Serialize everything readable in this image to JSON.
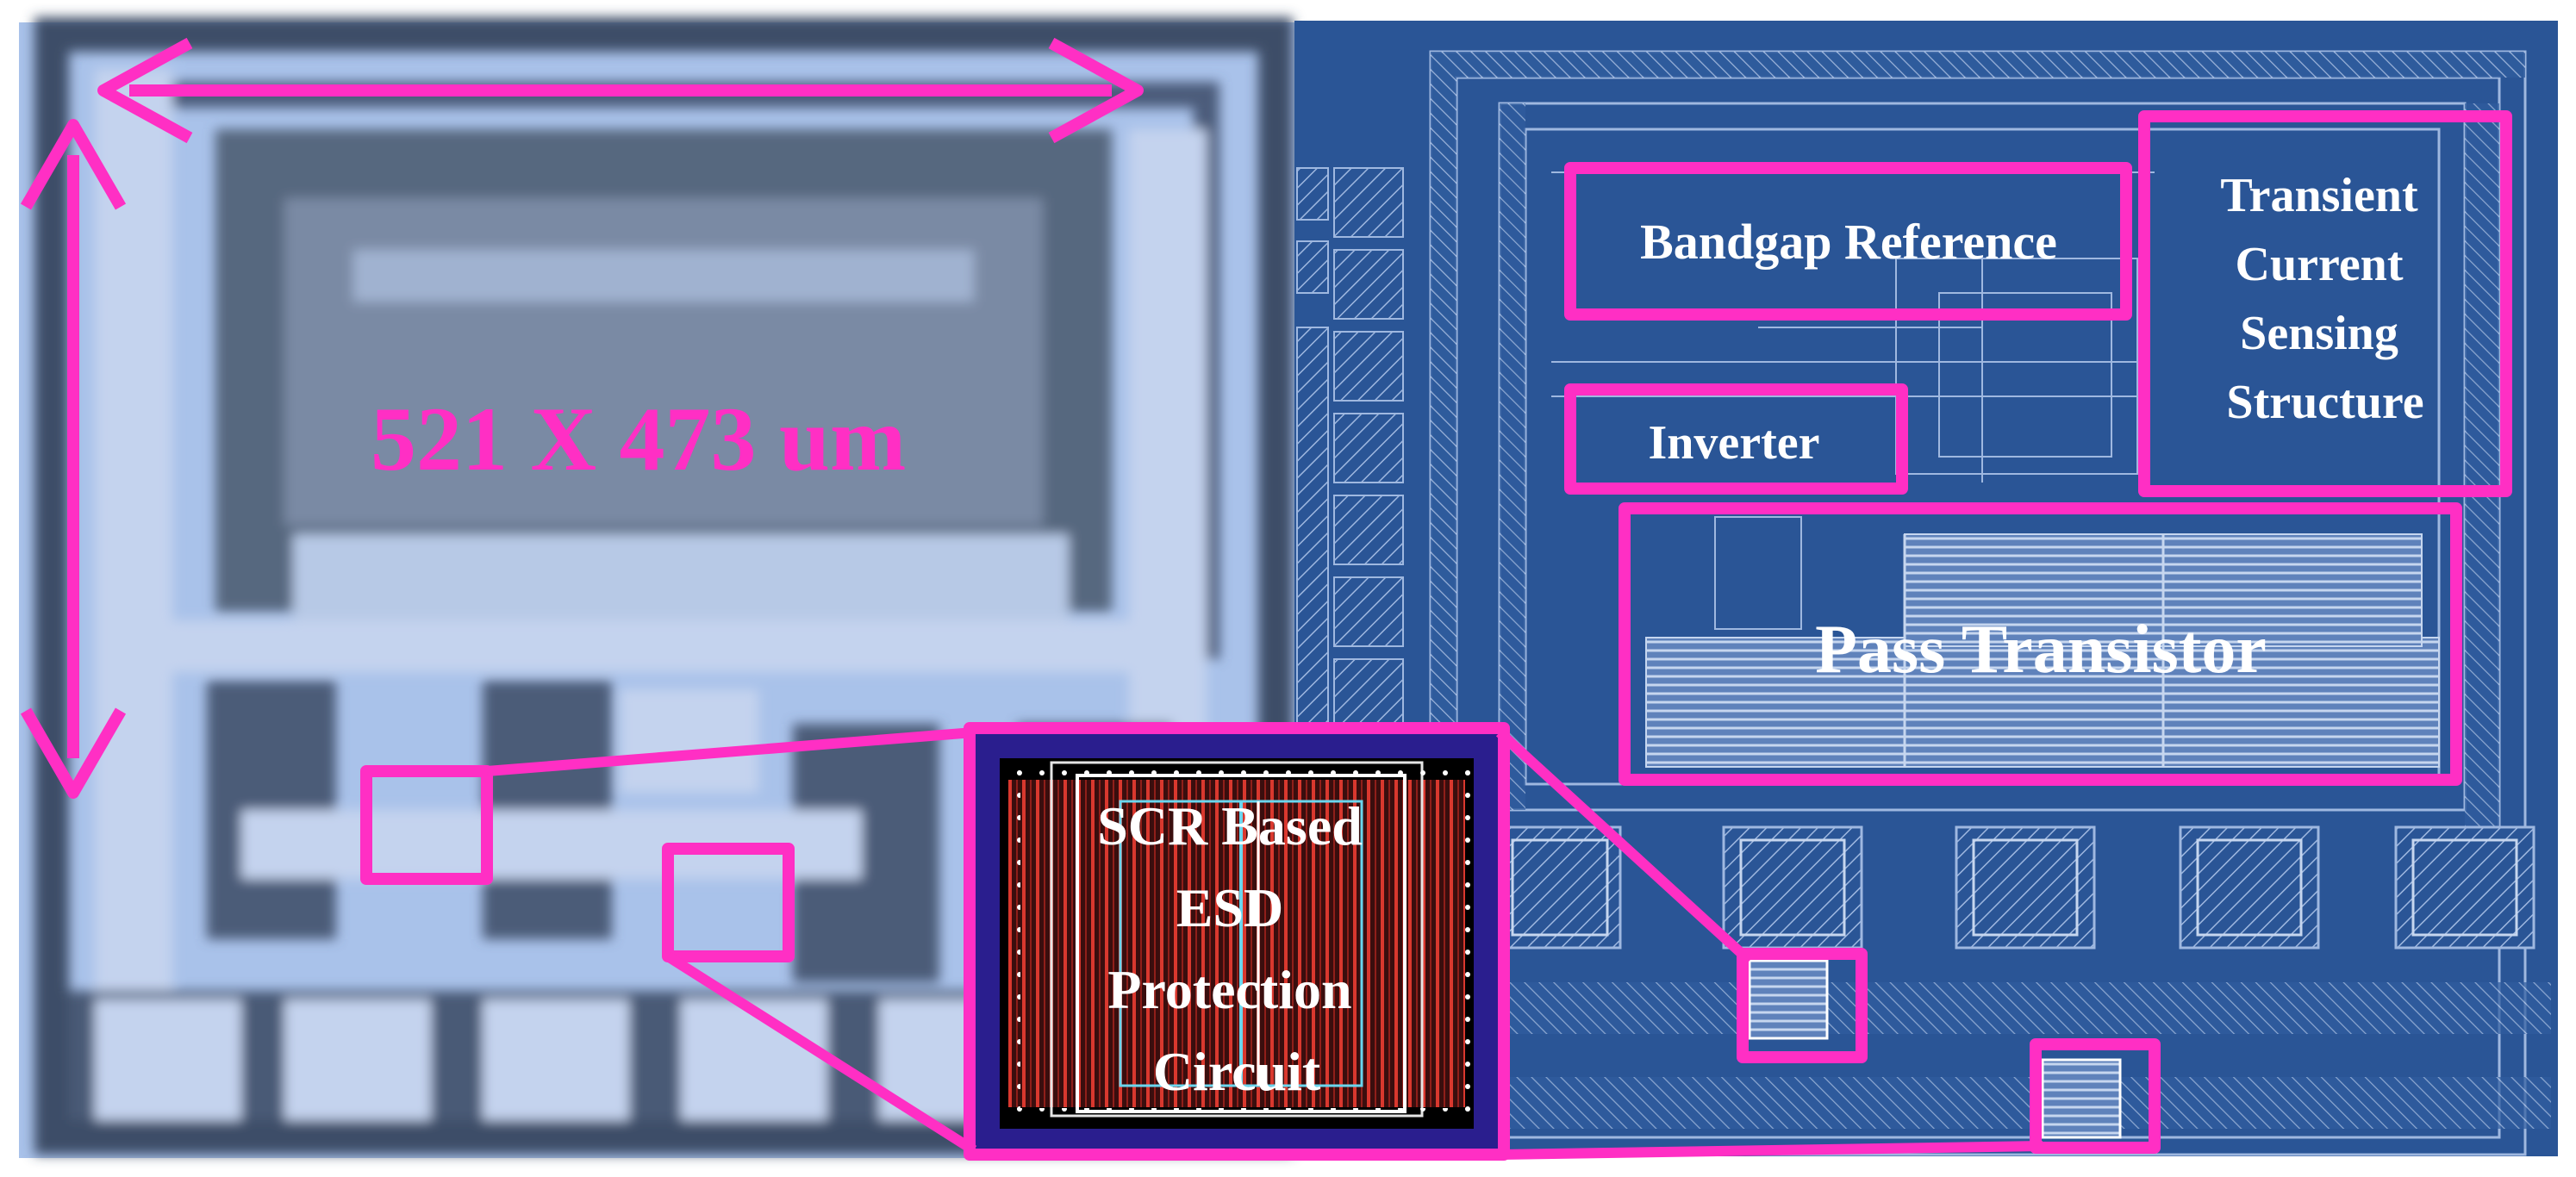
{
  "labels": {
    "dimension": "521 X 473 um",
    "bandgap": "Bandgap Reference",
    "transient": [
      "Transient",
      "Current",
      "Sensing",
      "Structure"
    ],
    "inverter": "Inverter",
    "pass": "Pass Transistor",
    "scr": [
      "SCR Based",
      "ESD",
      "Protection",
      "Circuit"
    ]
  },
  "colors": {
    "accent": "#ff2fc4",
    "photo_light": "#a9c2ea",
    "photo_dark": "#40506c",
    "layout_bg": "#2a5596",
    "layout_line": "#9fb8e0",
    "esd_red": "#c0322a",
    "esd_blue": "#2a1e8e",
    "label_white": "#ffffff"
  }
}
